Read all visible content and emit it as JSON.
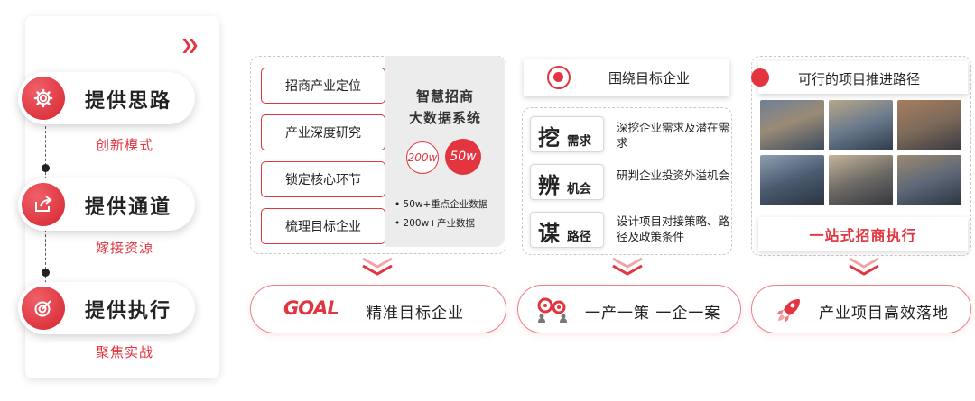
{
  "left_panel": {
    "steps": [
      {
        "title": "提供思路",
        "subtitle": "创新模式",
        "icon": "gear-icon"
      },
      {
        "title": "提供通道",
        "subtitle": "嫁接资源",
        "icon": "share-icon"
      },
      {
        "title": "提供执行",
        "subtitle": "聚焦实战",
        "icon": "target-icon"
      }
    ]
  },
  "block1": {
    "stack": [
      "招商产业定位",
      "产业深度研究",
      "锁定核心环节",
      "梳理目标企业"
    ],
    "system_title_line1": "智慧招商",
    "system_title_line2": "大数据系统",
    "bubble_small": "200w",
    "bubble_big": "50w",
    "bullets": [
      "• 50w+重点企业数据",
      "• 200w+产业数据"
    ],
    "result_logo": "GOAL",
    "result": "精准目标企业"
  },
  "block2": {
    "header": "围绕目标企业",
    "actions": [
      {
        "char": "挖",
        "word": "需求",
        "desc": "深挖企业需求及潜在需求"
      },
      {
        "char": "辨",
        "word": "机会",
        "desc": "研判企业投资外溢机会"
      },
      {
        "char": "谋",
        "word": "路径",
        "desc": "设计项目对接策略、路径及政策条件"
      }
    ],
    "result": "一产一策 一企一案"
  },
  "block3": {
    "header": "可行的项目推进路径",
    "footer": "一站式招商执行",
    "result": "产业项目高效落地"
  },
  "colors": {
    "accent": "#e2353f",
    "text": "#222222",
    "panel_gray": "#ececec"
  }
}
